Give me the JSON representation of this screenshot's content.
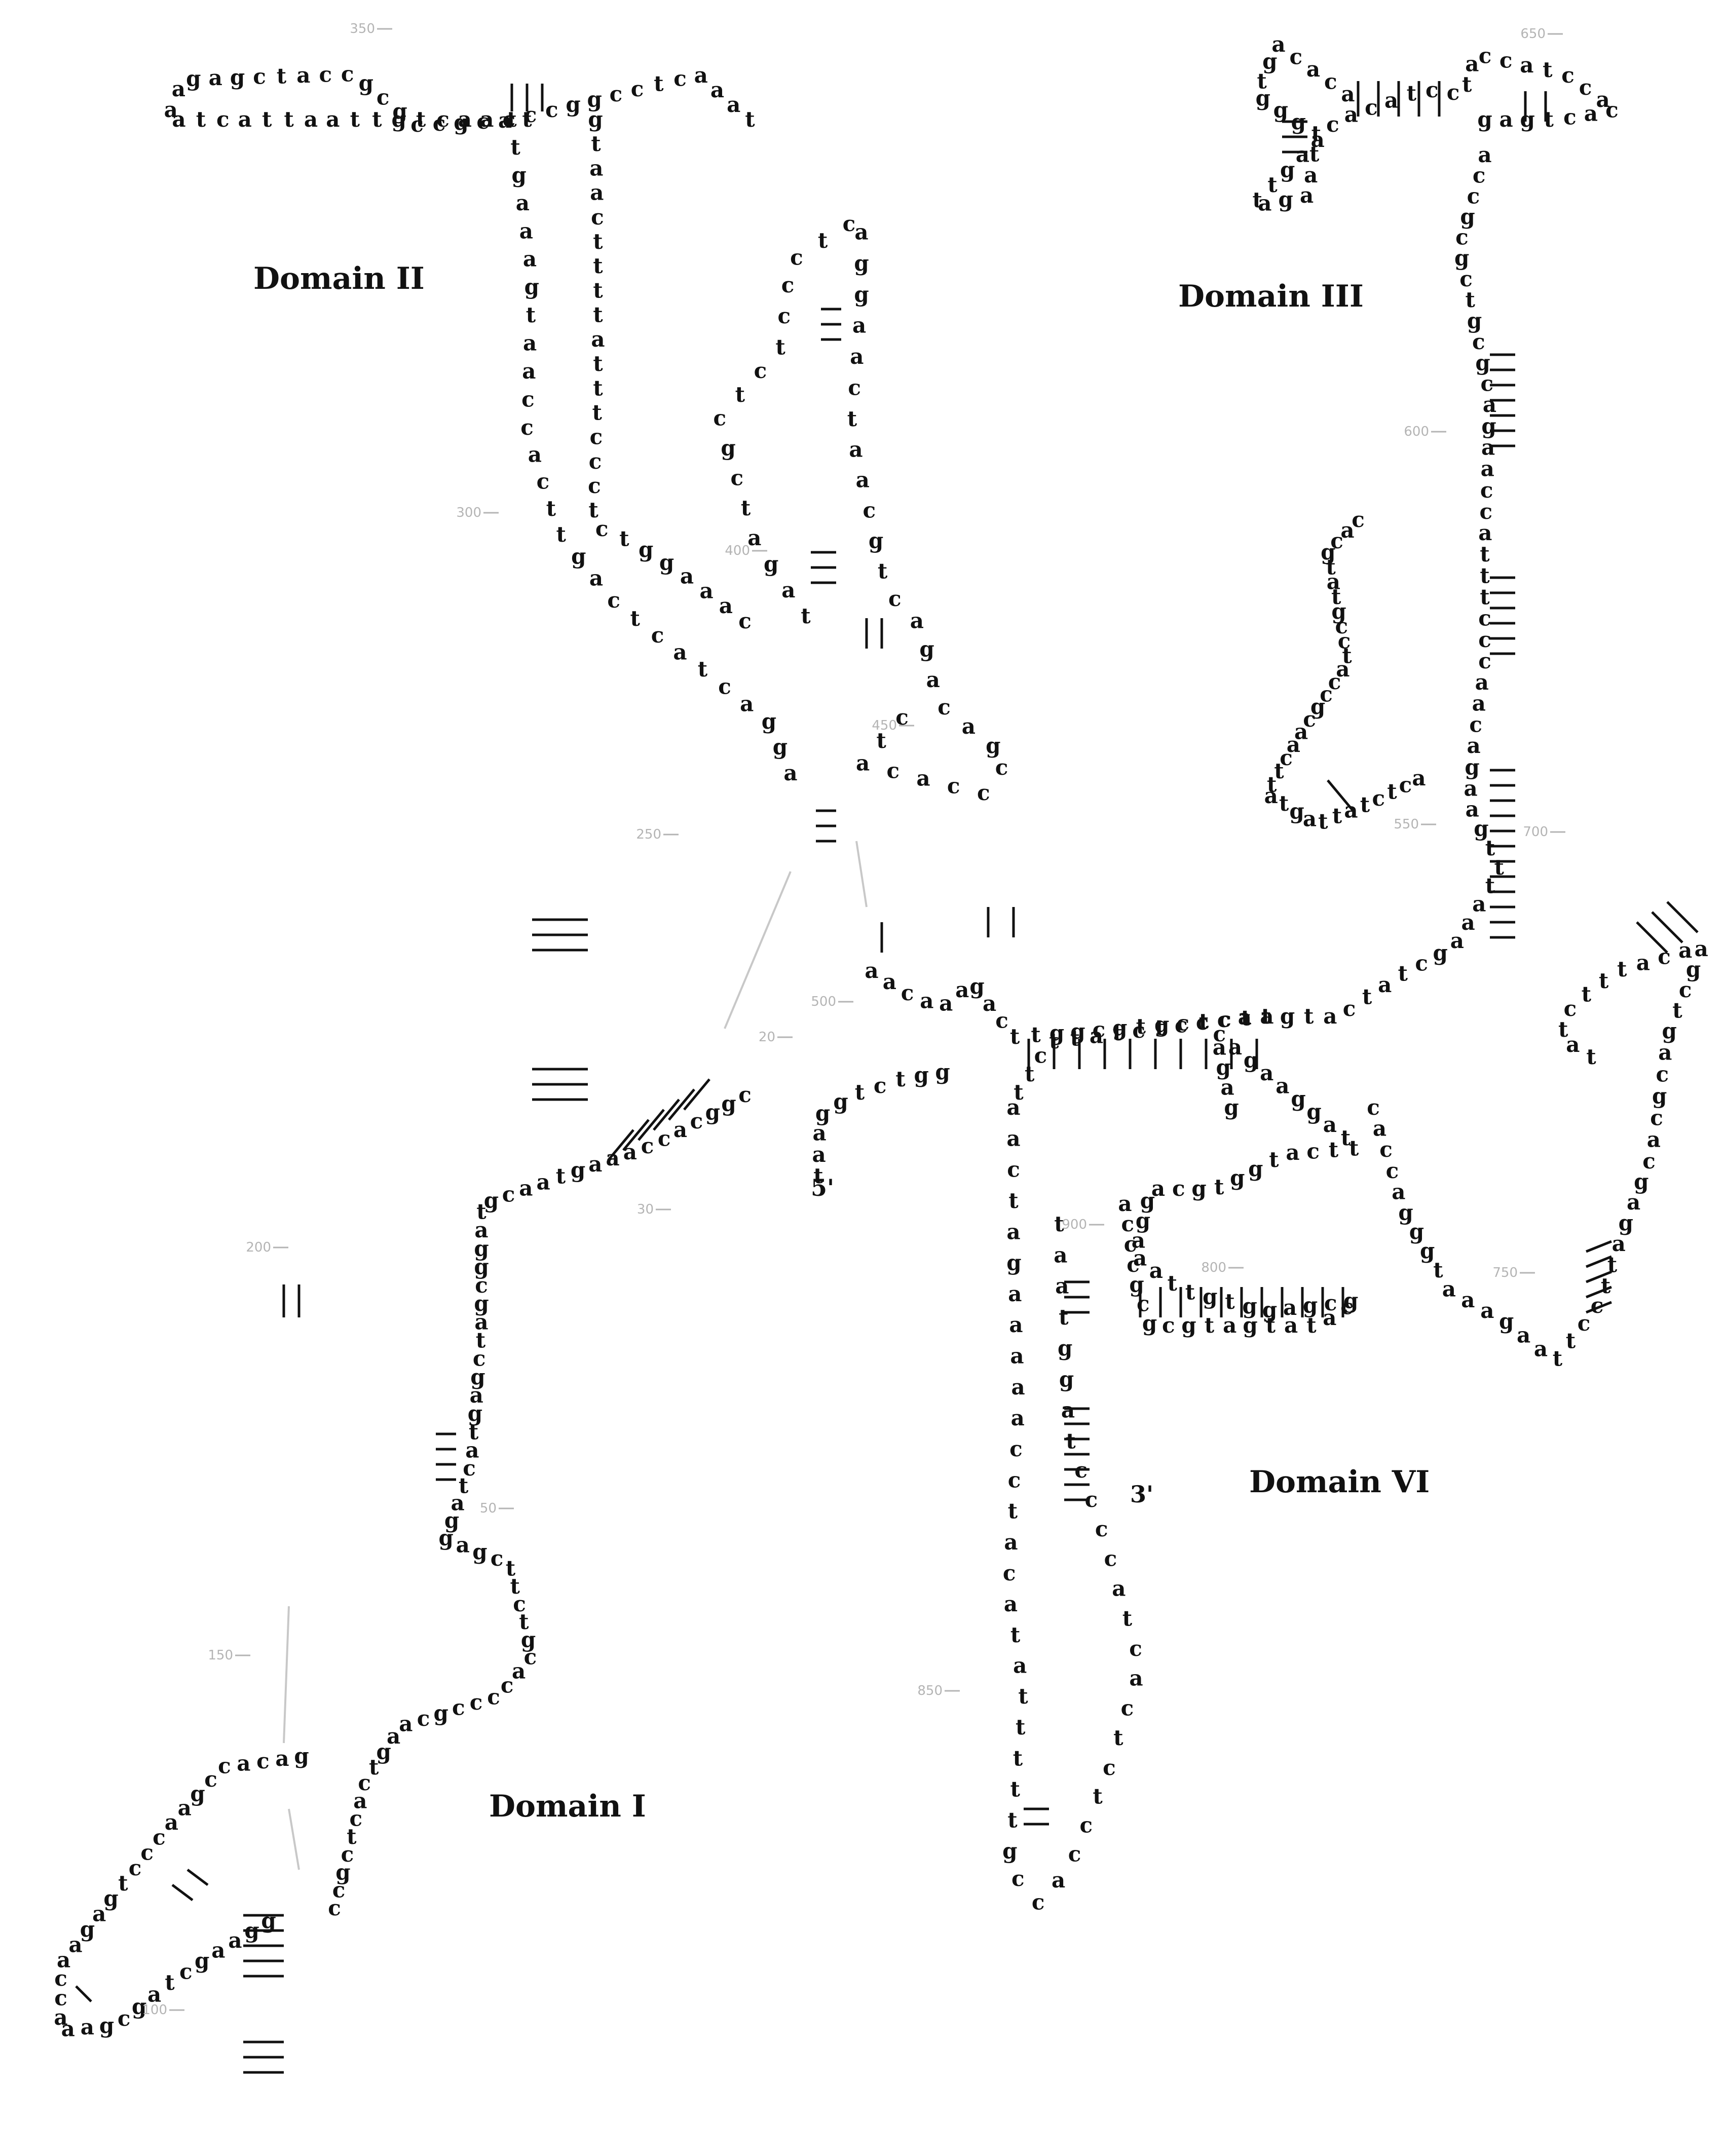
{
  "figure": {
    "domains": [
      "Domain I",
      "Domain II",
      "Domain III",
      "Domain VI"
    ],
    "ends": {
      "five_prime": "5'",
      "three_prime": "3'"
    },
    "position_marks": [
      "20",
      "30",
      "50",
      "100",
      "150",
      "200",
      "250",
      "300",
      "350",
      "400",
      "450",
      "500",
      "550",
      "600",
      "650",
      "700",
      "750",
      "800",
      "850",
      "900"
    ],
    "regions": {
      "tail_5prime": "taaggtctgg",
      "domain_I_stem": "cggcaccaaagtaacgtaggcgatcgagtactaggagcttctgcaccccgcaagtcactcgcc",
      "domain_I_branch": "gacaccgaaccctgagaaccaaagcgatcgaagg",
      "domain_II_left": "ttgaaagtaaccacttgactcatcagga",
      "domain_II_right": "gtaacttttatttccctctggaaac",
      "domain_II_hairpin": "tacgccgcgccatcgagaaatcattaattgtcaacccggcctcaaat",
      "domain_II_branch": "tagatcgctctccctcaggaactaacgtcagacagcccacatc",
      "domain_III_stem": "accgcgctgcgcagaaccatttcccaacagaagtttaaagctatcatgtaccctctattctt",
      "domain_III_hairpin": "acacagtgggttaagattgaacacatcctaccatccacactgag",
      "domain_III_side": "cacgtatgcctaccgcaacttatgattatctca",
      "domain_VI_loop": "aactagaaaaacctacatatttttgccacctctcactacccctaggtaat",
      "domain_VI_branch": "acccgcgcgtagtatacgcgaggtgttaaaggacgtggtactttaggaagacagag",
      "domain_VI_right": "caccagggtaaagaattccttagagcacgcagtcgaacatttctat",
      "junction_central": "aacaaagacttggcgtgctcta"
    }
  }
}
